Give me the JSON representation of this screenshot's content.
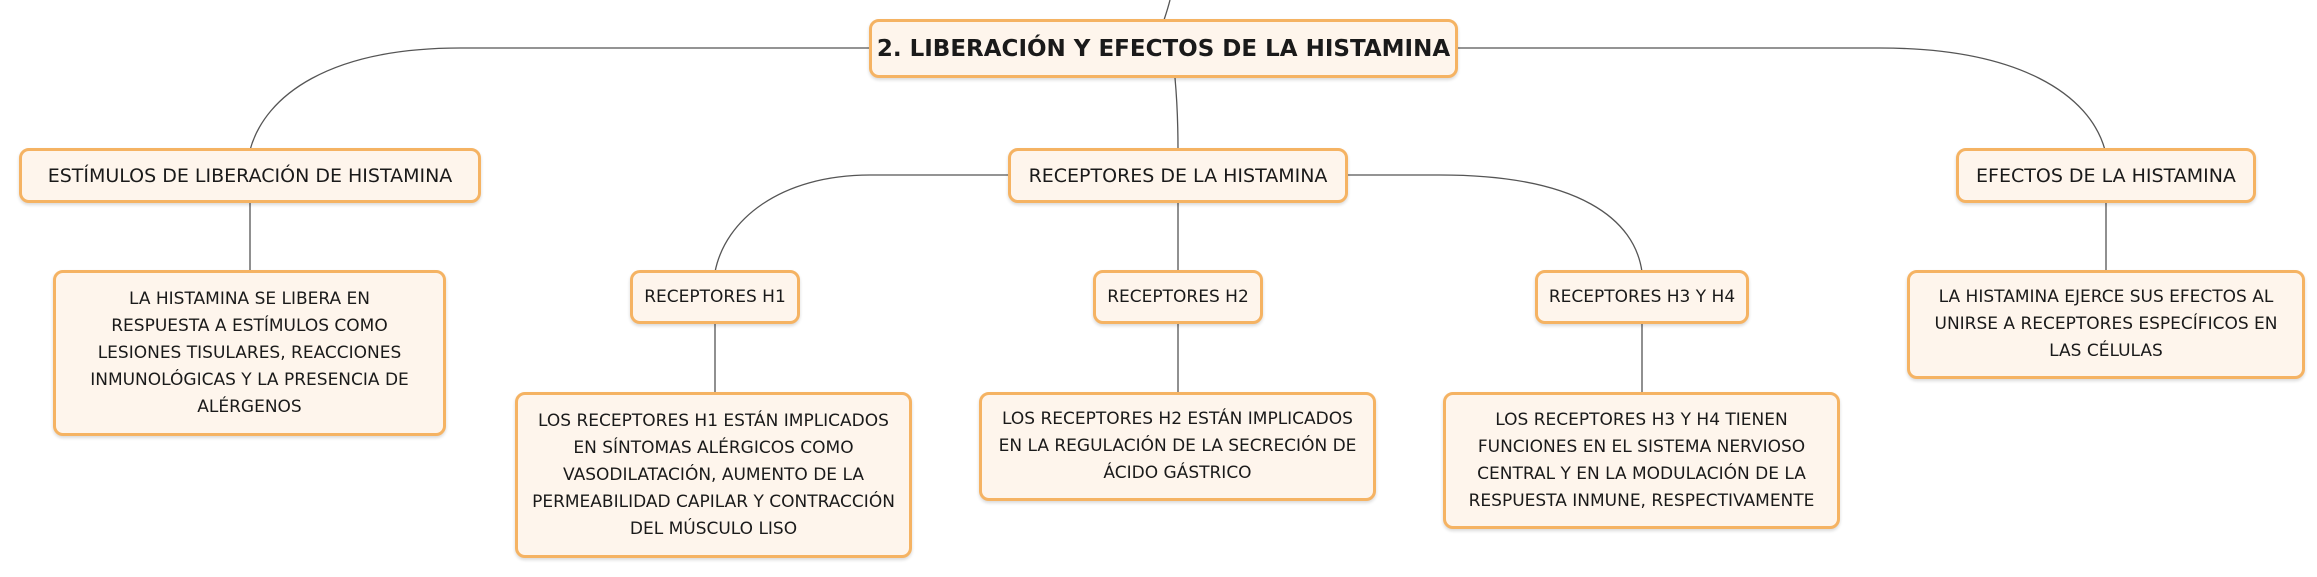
{
  "root": {
    "label": "2. LIBERACIÓN Y EFECTOS DE LA HISTAMINA"
  },
  "branches": {
    "stimuli": {
      "label": "ESTÍMULOS DE LIBERACIÓN DE HISTAMINA",
      "detail": "LA HISTAMINA SE LIBERA EN RESPUESTA A ESTÍMULOS COMO LESIONES TISULARES, REACCIONES INMUNOLÓGICAS Y LA PRESENCIA DE ALÉRGENOS"
    },
    "receptors": {
      "label": "RECEPTORES DE LA HISTAMINA",
      "h1": {
        "label": "RECEPTORES H1",
        "detail": "LOS RECEPTORES H1 ESTÁN IMPLICADOS EN SÍNTOMAS ALÉRGICOS COMO VASODILATACIÓN, AUMENTO DE LA PERMEABILIDAD CAPILAR Y CONTRACCIÓN DEL MÚSCULO LISO"
      },
      "h2": {
        "label": "RECEPTORES H2",
        "detail": "LOS RECEPTORES H2 ESTÁN IMPLICADOS EN LA REGULACIÓN DE LA SECRECIÓN DE ÁCIDO GÁSTRICO"
      },
      "h3h4": {
        "label": "RECEPTORES H3 Y H4",
        "detail": "LOS RECEPTORES H3 Y H4 TIENEN FUNCIONES EN EL SISTEMA NERVIOSO CENTRAL Y EN LA MODULACIÓN DE LA RESPUESTA INMUNE, RESPECTIVAMENTE"
      }
    },
    "effects": {
      "label": "EFECTOS DE LA HISTAMINA",
      "detail": "LA HISTAMINA EJERCE SUS EFECTOS AL UNIRSE A RECEPTORES ESPECÍFICOS EN LAS CÉLULAS"
    }
  },
  "colors": {
    "node_fill": "#fef5ec",
    "node_border": "#f5b363",
    "connector": "#555555",
    "text": "#1a1a1a"
  }
}
